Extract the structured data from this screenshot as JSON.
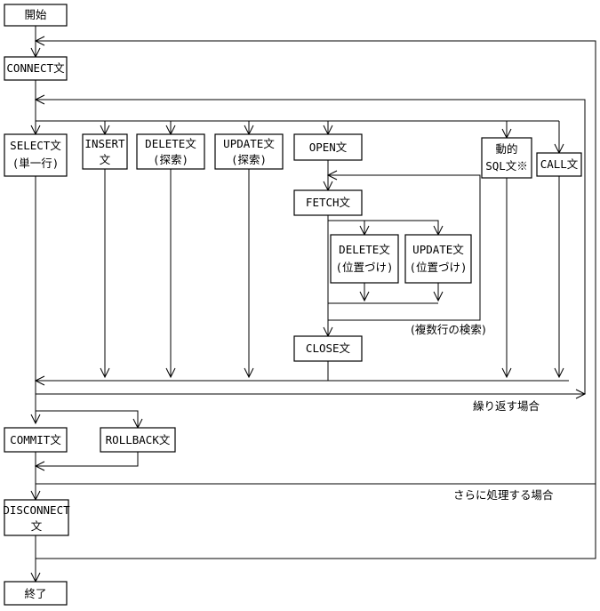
{
  "nodes": {
    "start": "開始",
    "connect": "CONNECT文",
    "select": [
      "SELECT文",
      "(単一行)"
    ],
    "insert": [
      "INSERT",
      "文"
    ],
    "delete_search": [
      "DELETE文",
      "(探索)"
    ],
    "update_search": [
      "UPDATE文",
      "(探索)"
    ],
    "open": "OPEN文",
    "dynamic_sql": [
      "動的",
      "SQL文※"
    ],
    "call": "CALL文",
    "fetch": "FETCH文",
    "delete_pos": [
      "DELETE文",
      "(位置づけ)"
    ],
    "update_pos": [
      "UPDATE文",
      "(位置づけ)"
    ],
    "close": "CLOSE文",
    "commit": "COMMIT文",
    "rollback": "ROLLBACK文",
    "disconnect": [
      "DISCONNECT",
      "文"
    ],
    "end": "終了"
  },
  "labels": {
    "multi_row": "(複数行の検索)",
    "repeat": "繰り返す場合",
    "further": "さらに処理する場合"
  }
}
